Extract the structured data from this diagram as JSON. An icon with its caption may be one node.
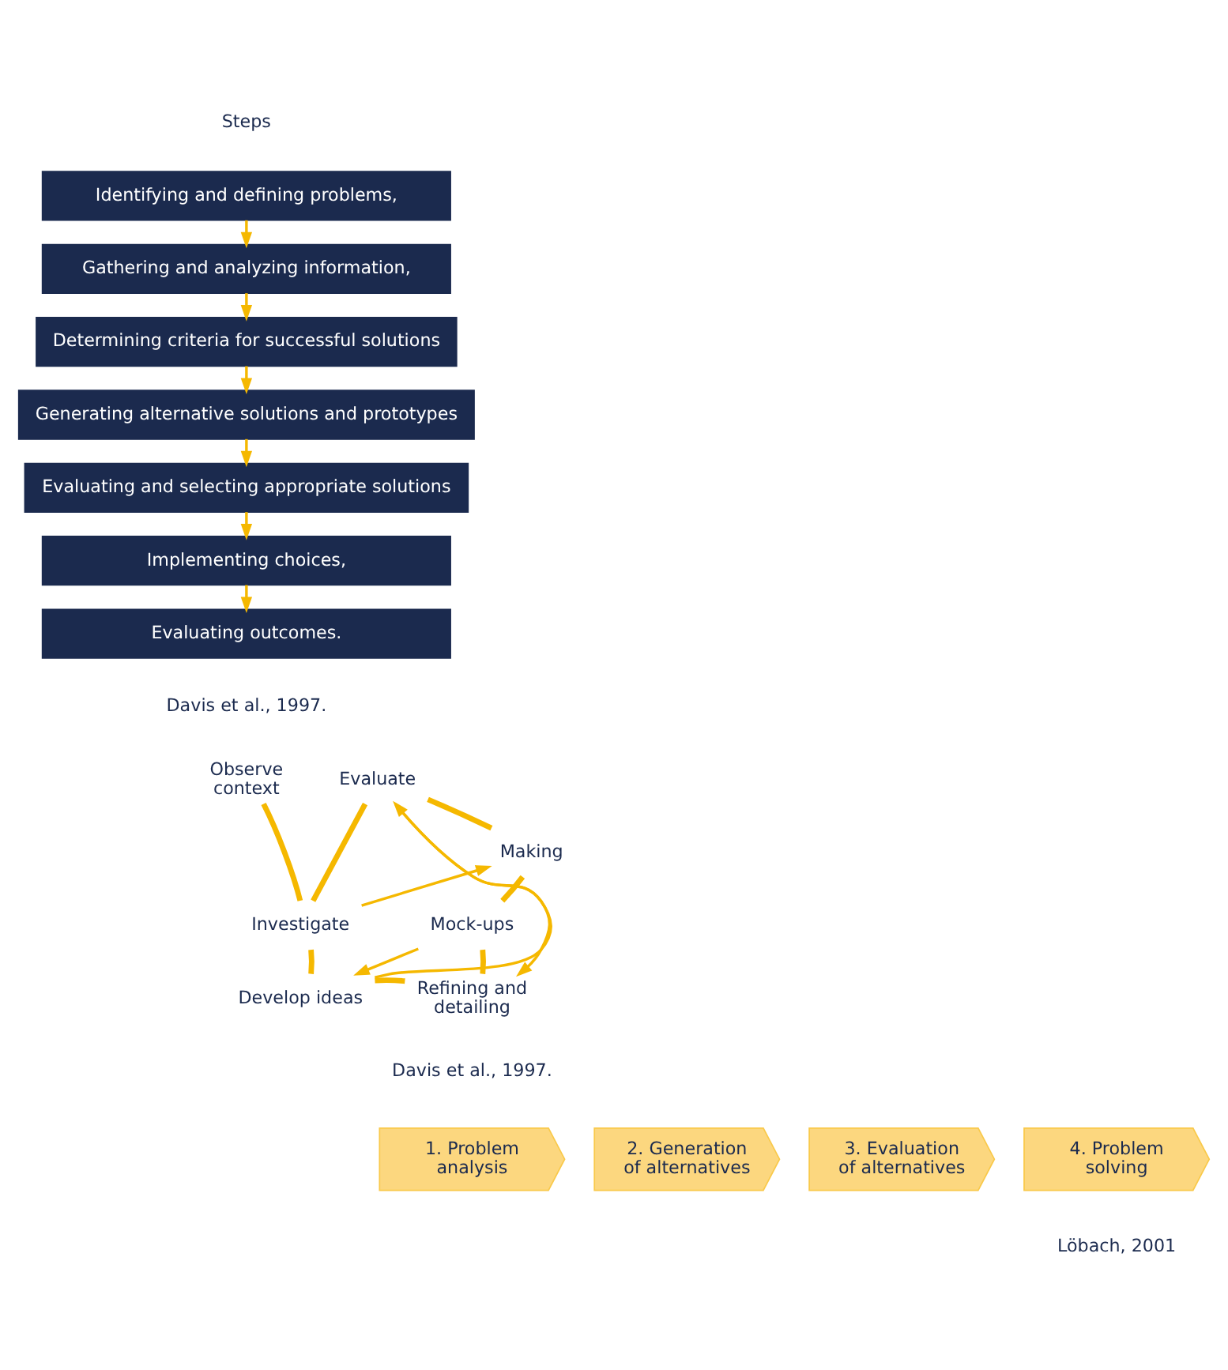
{
  "diagram": {
    "nodes": [
      {
        "text": [
          "Identifying and defining problems,"
        ]
      },
      {
        "text": [
          "Gathering and analyzing information,"
        ]
      },
      {
        "text": [
          "Determining criteria for successful solutions"
        ]
      },
      {
        "text": [
          "Generating alternative solutions and prototypes"
        ]
      },
      {
        "text": [
          "Evaluating and selecting appropriate solutions"
        ]
      },
      {
        "text": [
          "Implementing choices,"
        ]
      },
      {
        "text": [
          "Evaluating outcomes."
        ]
      },
      {
        "text": [
          "Observe context"
        ]
      },
      {
        "text": [
          "Evaluate"
        ]
      },
      {
        "text": [
          "Making"
        ]
      },
      {
        "text": [
          "Mock-ups"
        ]
      },
      {
        "text": [
          "Investigate"
        ]
      },
      {
        "text": [
          "Refining and detailing"
        ]
      },
      {
        "text": [
          "Develop ideas"
        ]
      },
      {
        "text": [
          "1. Problem analysis"
        ]
      },
      {
        "text": [
          "2. Generation of alternatives"
        ]
      },
      {
        "text": [
          "3. Evaluation of alternatives"
        ]
      },
      {
        "text": [
          "4. Problem solving"
        ]
      }
    ],
    "edges": [
      {
        "from": 0,
        "to": 1,
        "arrow": "to"
      },
      {
        "from": 1,
        "to": 2,
        "arrow": "to"
      },
      {
        "from": 2,
        "to": 3,
        "arrow": "to"
      },
      {
        "from": 3,
        "to": 4,
        "arrow": "to"
      },
      {
        "from": 4,
        "to": 5,
        "arrow": "to"
      },
      {
        "from": 5,
        "to": 6,
        "arrow": "to"
      },
      {
        "from": 7,
        "to": 11,
        "arrow": "none",
        "style": "thick"
      },
      {
        "from": 8,
        "to": 9,
        "arrow": "none",
        "style": "thick"
      },
      {
        "from": 9,
        "to": 10,
        "arrow": "none",
        "style": "thick"
      },
      {
        "from": 10,
        "to": 12,
        "arrow": "none",
        "style": "thick"
      },
      {
        "from": 12,
        "to": 13,
        "arrow": "none",
        "style": "thick"
      },
      {
        "from": 13,
        "to": 11,
        "arrow": "none",
        "style": "thick"
      },
      {
        "from": 11,
        "to": 8,
        "arrow": "none",
        "style": "thick"
      },
      {
        "from": 11,
        "to": 9,
        "arrow": "to"
      },
      {
        "from": 13,
        "to": 8,
        "arrow": "to"
      },
      {
        "from": 8,
        "to": 12,
        "arrow": "to"
      },
      {
        "from": 10,
        "to": 13,
        "arrow": "to"
      }
    ],
    "labels": [
      "Steps",
      "Davis et al., 1997.",
      "Davis et al., 1997.",
      "Löbach, 2001"
    ]
  }
}
